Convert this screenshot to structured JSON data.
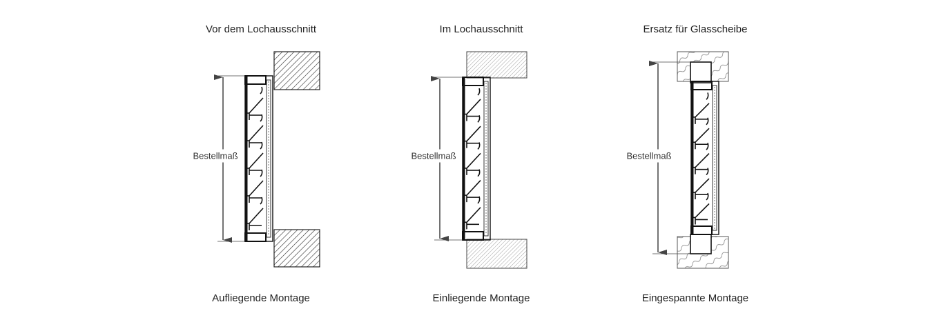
{
  "panels": [
    {
      "title": "Vor dem Lochausschnitt",
      "caption": "Aufliegende Montage",
      "dimension_label": "Bestellmaß"
    },
    {
      "title": "Im Lochausschnitt",
      "caption": "Einliegende Montage",
      "dimension_label": "Bestellmaß"
    },
    {
      "title": "Ersatz für Glasscheibe",
      "caption": "Eingespannte Montage",
      "dimension_label": "Bestellmaß"
    }
  ]
}
